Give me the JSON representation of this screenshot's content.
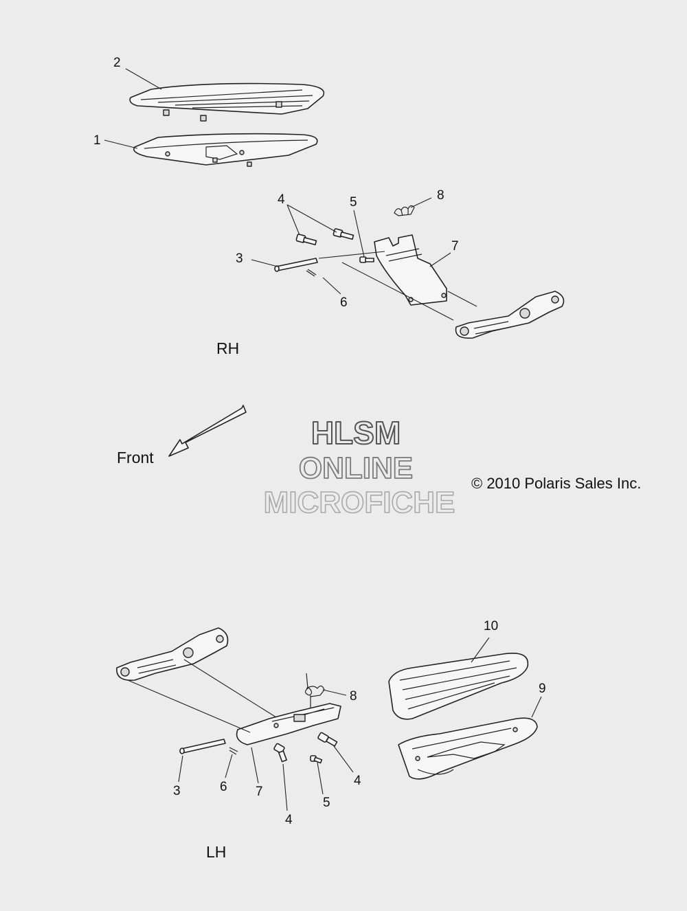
{
  "callouts_rh": [
    {
      "id": "rh-2",
      "text": "2"
    },
    {
      "id": "rh-1",
      "text": "1"
    },
    {
      "id": "rh-4",
      "text": "4"
    },
    {
      "id": "rh-5",
      "text": "5"
    },
    {
      "id": "rh-8",
      "text": "8"
    },
    {
      "id": "rh-7",
      "text": "7"
    },
    {
      "id": "rh-3",
      "text": "3"
    },
    {
      "id": "rh-6",
      "text": "6"
    }
  ],
  "callouts_lh": [
    {
      "id": "lh-10",
      "text": "10"
    },
    {
      "id": "lh-9",
      "text": "9"
    },
    {
      "id": "lh-8",
      "text": "8"
    },
    {
      "id": "lh-4a",
      "text": "4"
    },
    {
      "id": "lh-3",
      "text": "3"
    },
    {
      "id": "lh-6",
      "text": "6"
    },
    {
      "id": "lh-7",
      "text": "7"
    },
    {
      "id": "lh-5",
      "text": "5"
    },
    {
      "id": "lh-4b",
      "text": "4"
    }
  ],
  "labels": {
    "rh": "RH",
    "lh": "LH",
    "front": "Front",
    "copyright": "© 2010 Polaris Sales Inc."
  },
  "watermark": {
    "line1": "HLSM",
    "line2": "ONLINE",
    "line3": "MICROFICHE"
  },
  "colors": {
    "background": "#ececec",
    "line": "#222222",
    "watermark_stroke_1": "#555555",
    "watermark_stroke_2": "#7a7a7a",
    "watermark_stroke_3": "#a8a8a8"
  }
}
